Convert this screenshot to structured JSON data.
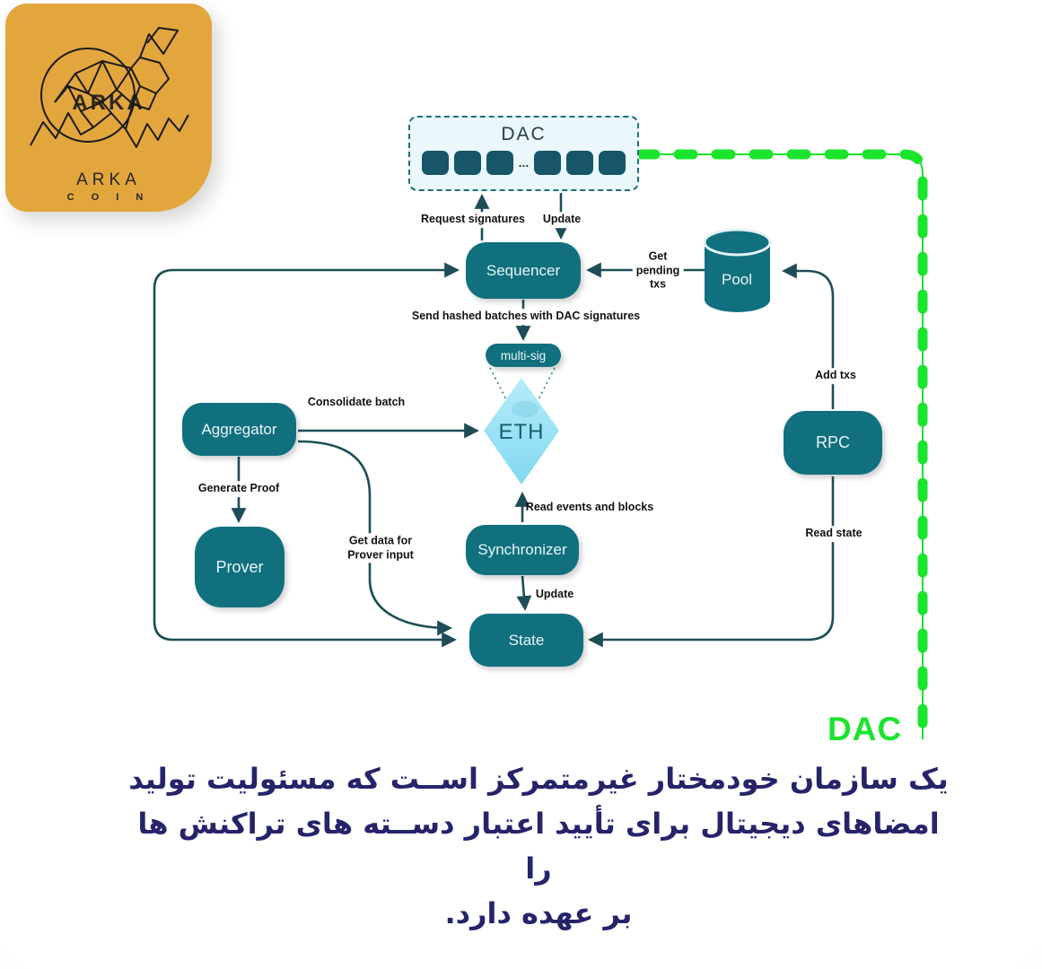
{
  "logo": {
    "brand": "ARKA",
    "sub": "C O I N",
    "bg_color": "#e2a63d"
  },
  "dac_box": {
    "title": "DAC",
    "dots": "...",
    "square_count": 6
  },
  "nodes": {
    "sequencer": "Sequencer",
    "pool": "Pool",
    "multisig": "multi-sig",
    "eth": "ETH",
    "aggregator": "Aggregator",
    "prover": "Prover",
    "synchronizer": "Synchronizer",
    "state": "State",
    "rpc": "RPC"
  },
  "edge_labels": {
    "request_signatures": "Request signatures",
    "update_top": "Update",
    "get_pending_txs": "Get\npending\ntxs",
    "send_hashed_batches": "Send hashed batches with DAC signatures",
    "consolidate_batch": "Consolidate batch",
    "generate_proof": "Generate Proof",
    "get_data_for_prover": "Get data for\nProver input",
    "read_events_and_blocks": "Read events and blocks",
    "update_bottom": "Update",
    "add_txs": "Add txs",
    "read_state": "Read state"
  },
  "dac_callout": "DAC",
  "caption": {
    "line1": "یک سازمان خودمختار غیرمتمرکز اســت که مسئولیت تولید",
    "line2": "امضاهای دیجیتال برای تأیید اعتبار دســته های تراکنش ها را",
    "line3": "بر عهده دارد."
  },
  "colors": {
    "node_teal": "#11707e",
    "line_dark_teal": "#1d4e57",
    "accent_green": "#1be42d",
    "logo_gold": "#e2a63d",
    "caption_navy": "#25246b",
    "dac_box_bg": "#eaf7fb",
    "diamond_blue_top": "#b5ecfa",
    "diamond_blue_bottom": "#82d8f0"
  }
}
